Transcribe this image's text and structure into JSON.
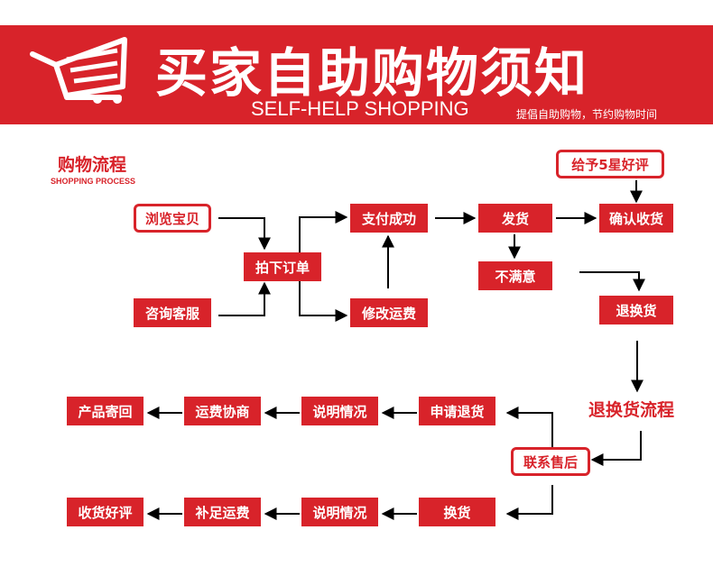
{
  "header": {
    "title": "买家自助购物须知",
    "subtitle": "SELF-HELP SHOPPING",
    "slogan": "提倡自助购物，节约购物时间",
    "icon": "shopping-cart-icon"
  },
  "section": {
    "title": "购物流程",
    "subtitle": "SHOPPING PROCESS"
  },
  "nodes": {
    "browse": "浏览宝贝",
    "consult": "咨询客服",
    "order": "拍下订单",
    "pay": "支付成功",
    "modify_shipping": "修改运费",
    "ship": "发货",
    "confirm": "确认收货",
    "rate5": "给予5星好评",
    "unsatisfied": "不满意",
    "return_exchange": "退换货",
    "contact_service": "联系售后",
    "apply_return": "申请退货",
    "explain1": "说明情况",
    "negotiate_shipping": "运费协商",
    "send_back": "产品寄回",
    "exchange": "换货",
    "explain2": "说明情况",
    "supplement_shipping": "补足运费",
    "receive_rate": "收货好评"
  },
  "return_flow_label": "退换货流程",
  "colors": {
    "brand_red": "#d8232a",
    "arrow": "#000000",
    "background": "#ffffff"
  }
}
